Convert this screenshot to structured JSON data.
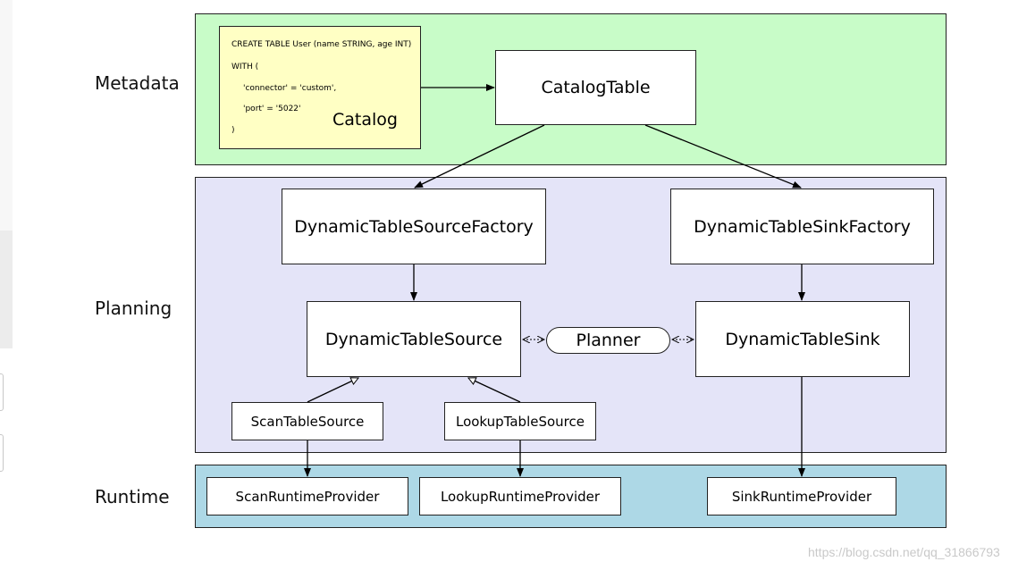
{
  "layers": {
    "metadata": "Metadata",
    "planning": "Planning",
    "runtime": "Runtime"
  },
  "ddl": [
    "CREATE TABLE User (name STRING, age INT)",
    "WITH (",
    "'connector' = 'custom',",
    "'port' = '5022'",
    ")"
  ],
  "catalog_label": "Catalog",
  "nodes": {
    "catalog_table": "CatalogTable",
    "source_factory": "DynamicTableSourceFactory",
    "sink_factory": "DynamicTableSinkFactory",
    "table_source": "DynamicTableSource",
    "planner": "Planner",
    "table_sink": "DynamicTableSink",
    "scan_source": "ScanTableSource",
    "lookup_source": "LookupTableSource",
    "scan_provider": "ScanRuntimeProvider",
    "lookup_provider": "LookupRuntimeProvider",
    "sink_provider": "SinkRuntimeProvider"
  },
  "colors": {
    "metadata_bg": "#c8fcc8",
    "planning_bg": "#e4e4f8",
    "runtime_bg": "#add8e6",
    "note_bg": "#ffffc4"
  },
  "watermark": "https://blog.csdn.net/qq_31866793"
}
